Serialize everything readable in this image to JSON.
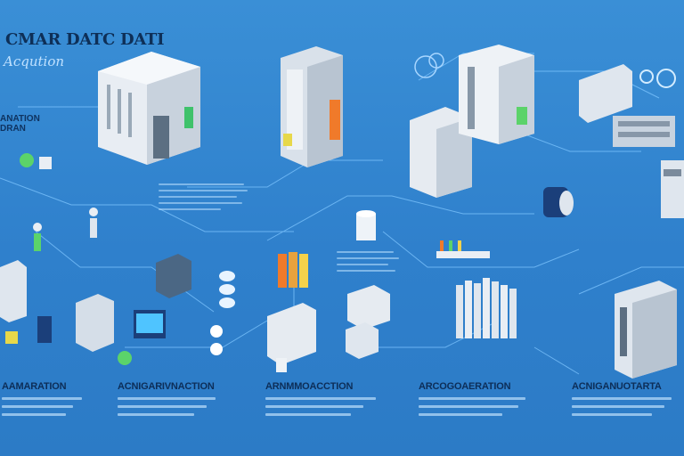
{
  "header": {
    "title": "CMAR DATC DATI",
    "subtitle": "Acqution"
  },
  "side_label": "ANATION\nDRAN",
  "sections": [
    {
      "label": "AAMARATION"
    },
    {
      "label": "ACNIGARIVNACTION"
    },
    {
      "label": "ARNMMOACCTION"
    },
    {
      "label": "ARCOGOAERATION"
    },
    {
      "label": "ACNIGANUOTARTA"
    }
  ],
  "colors": {
    "background": "#3183cf",
    "line": "#7fc6ff",
    "device_body": "#dfe6ee",
    "accent_orange": "#f07a2a",
    "accent_green": "#5bd36a",
    "accent_navy": "#1b3f7a"
  },
  "icons": [
    "server-rack-icon",
    "cabinet-icon",
    "machine-icon",
    "person-icon",
    "monitor-icon",
    "robot-arm-icon",
    "sensor-icon",
    "cylinder-icon"
  ]
}
